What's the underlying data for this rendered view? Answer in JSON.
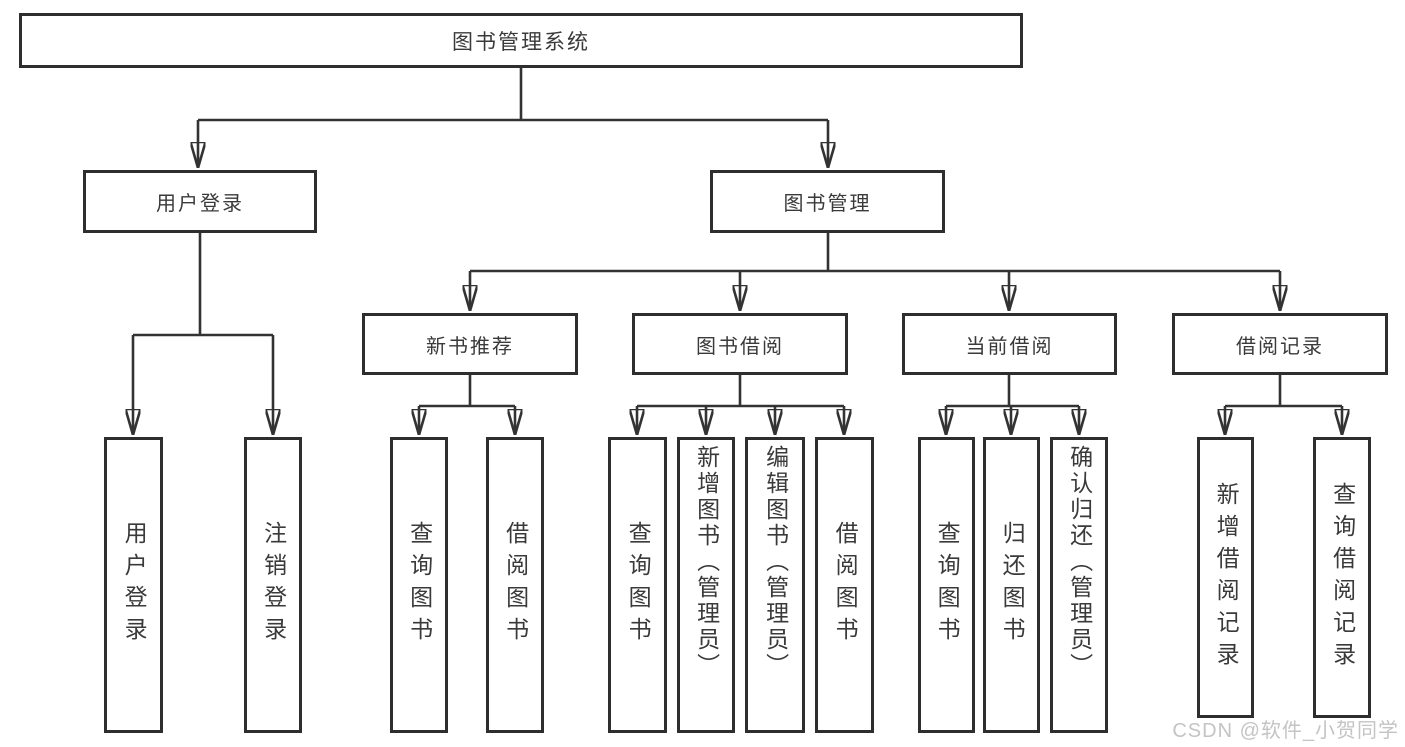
{
  "tree": {
    "label": "图书管理系统",
    "children": [
      {
        "label": "用户登录",
        "children": [
          {
            "label": "用户登录"
          },
          {
            "label": "注销登录"
          }
        ]
      },
      {
        "label": "图书管理",
        "children": [
          {
            "label": "新书推荐",
            "children": [
              {
                "label": "查询图书"
              },
              {
                "label": "借阅图书"
              }
            ]
          },
          {
            "label": "图书借阅",
            "children": [
              {
                "label": "查询图书"
              },
              {
                "label": "新增图书（管理员）"
              },
              {
                "label": "编辑图书（管理员）"
              },
              {
                "label": "借阅图书"
              }
            ]
          },
          {
            "label": "当前借阅",
            "children": [
              {
                "label": "查询图书"
              },
              {
                "label": "归还图书"
              },
              {
                "label": "确认归还（管理员）"
              }
            ]
          },
          {
            "label": "借阅记录",
            "children": [
              {
                "label": "新增借阅记录"
              },
              {
                "label": "查询借阅记录"
              }
            ]
          }
        ]
      }
    ]
  },
  "watermark": {
    "text": "CSDN @软件_小贺同学"
  },
  "colors": {
    "line": "#333333",
    "box_border": "#2e2e2e",
    "text": "#3a3a3a",
    "background": "#ffffff",
    "watermark": "#c4c4c4"
  }
}
